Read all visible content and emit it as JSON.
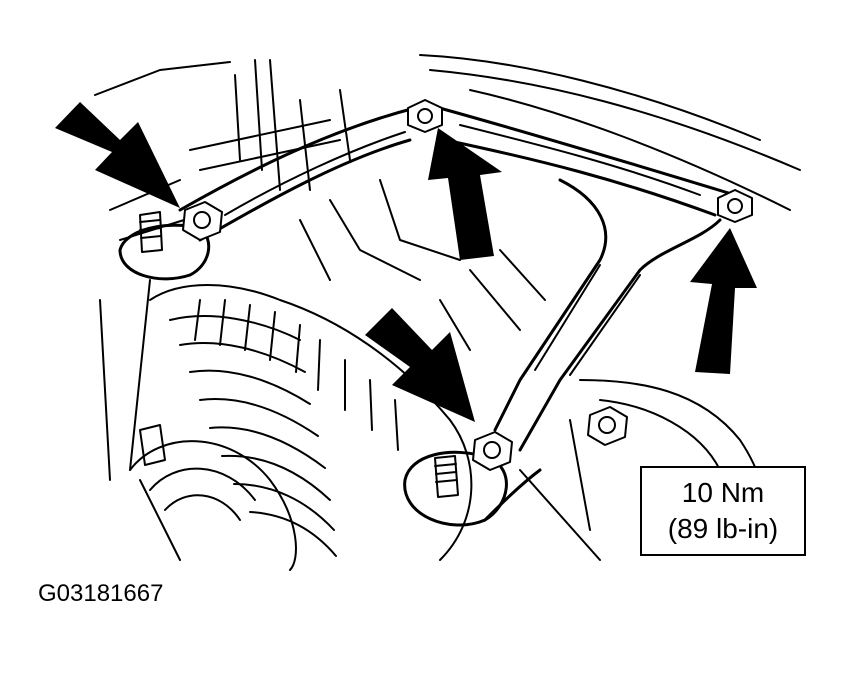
{
  "figure": {
    "id_label": "G03181667",
    "callout": {
      "metric": "10 Nm",
      "imperial": "(89 lb-in)"
    }
  }
}
